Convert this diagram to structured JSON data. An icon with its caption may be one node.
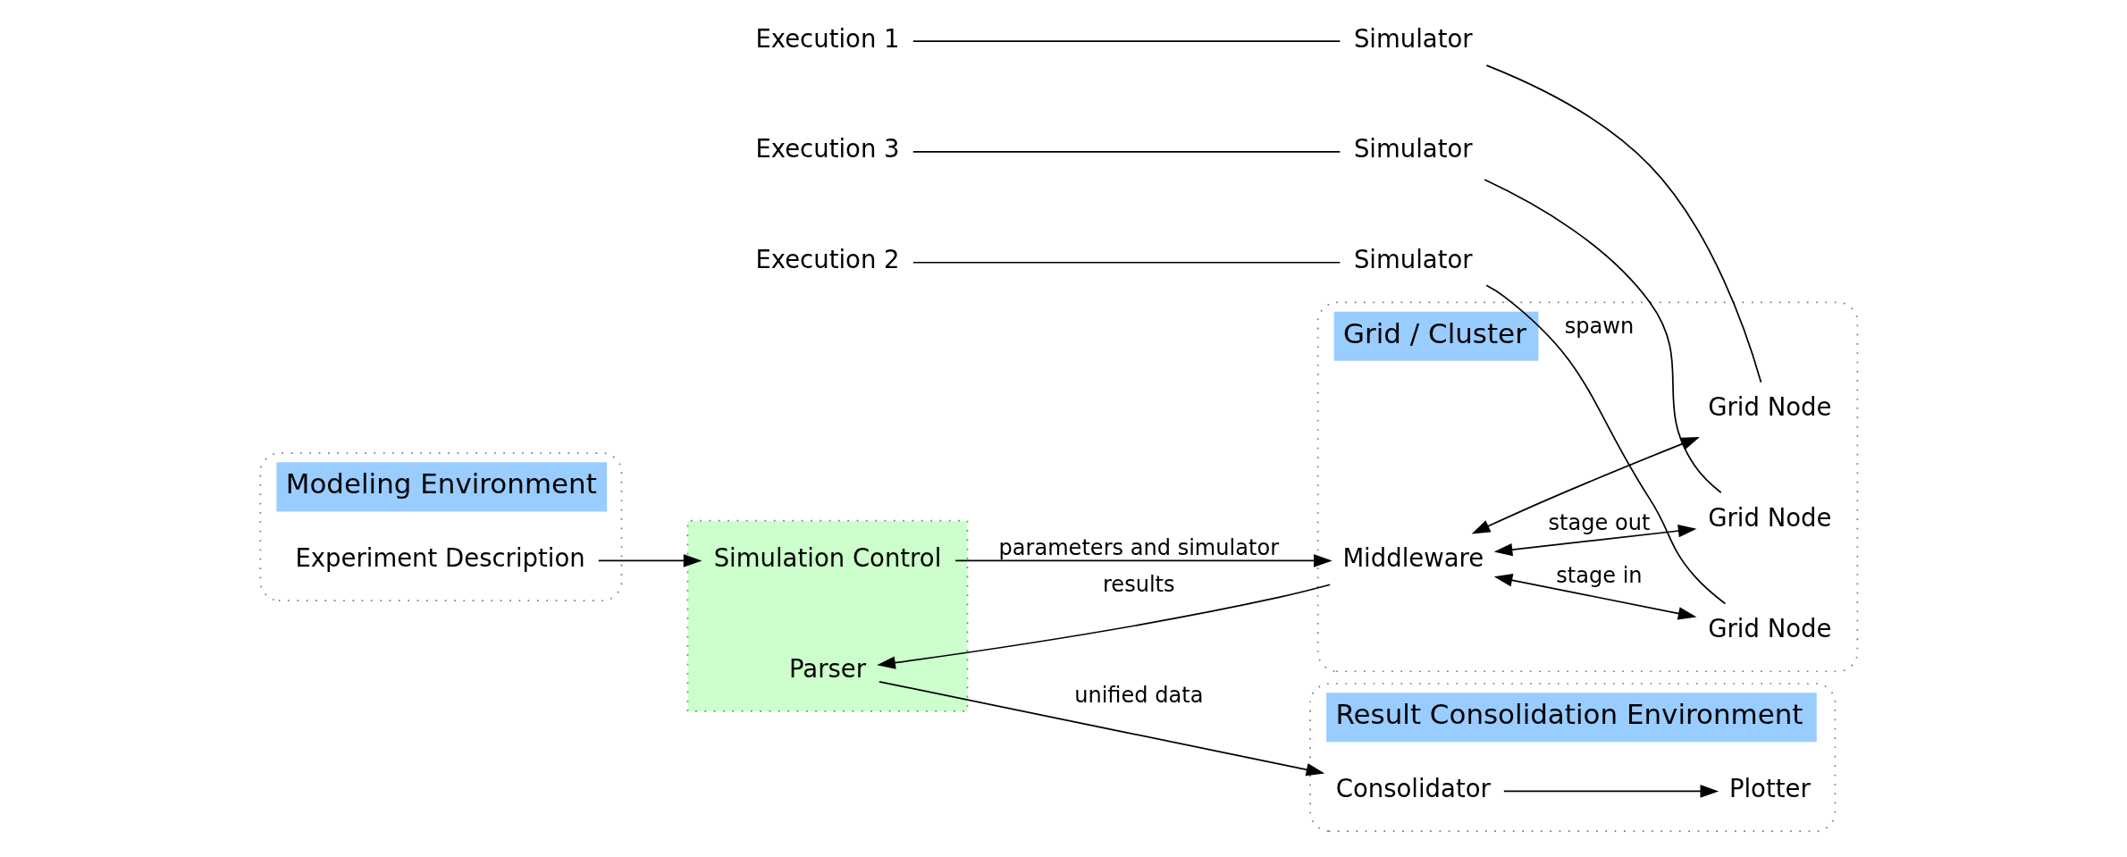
{
  "diagram": {
    "nodes": [
      {
        "text": [
          "Modeling Environment"
        ]
      },
      {
        "text": [
          "Experiment Description"
        ],
        "in": 0
      },
      {
        "text": [],
        "shape": "box"
      },
      {
        "text": [
          "Simulation Control"
        ],
        "in": 2
      },
      {
        "text": [
          "Parser"
        ],
        "in": 2
      },
      {
        "text": [
          "Result Consolidation Environment"
        ]
      },
      {
        "text": [
          "Plotter"
        ],
        "in": 5
      },
      {
        "text": [
          "Consolidator"
        ],
        "in": 5
      },
      {
        "text": [
          "Execution 1"
        ]
      },
      {
        "text": [
          "Execution 2"
        ]
      },
      {
        "text": [
          "Execution 3"
        ]
      },
      {
        "text": [
          "Simulator"
        ]
      },
      {
        "text": [
          "Simulator"
        ]
      },
      {
        "text": [
          "Simulator"
        ]
      },
      {
        "text": [
          "Grid / Cluster"
        ]
      },
      {
        "text": [
          "Middleware"
        ],
        "in": 14
      },
      {
        "text": [
          "Grid Node"
        ],
        "in": 14
      },
      {
        "text": [
          "Grid Node"
        ],
        "in": 14
      },
      {
        "text": [
          "Grid Node"
        ],
        "in": 14
      }
    ],
    "edges": [
      {
        "from": 1,
        "to": 3,
        "arrow": "to"
      },
      {
        "from": 3,
        "to": 15,
        "arrow": "to",
        "label": "parameters and simulator"
      },
      {
        "from": 15,
        "to": 4,
        "arrow": "to",
        "label": "results"
      },
      {
        "from": 4,
        "to": 7,
        "arrow": "to",
        "label": "unified data"
      },
      {
        "from": 7,
        "to": 6,
        "arrow": "to"
      },
      {
        "from": 8,
        "to": 11,
        "arrow": "none"
      },
      {
        "from": 9,
        "to": 12,
        "arrow": "none"
      },
      {
        "from": 10,
        "to": 13,
        "arrow": "none"
      },
      {
        "from": 11,
        "to": 16,
        "arrow": "none"
      },
      {
        "from": 12,
        "to": 17,
        "arrow": "none",
        "label": "spawn"
      },
      {
        "from": 13,
        "to": 18,
        "arrow": "none"
      },
      {
        "from": 15,
        "to": 16,
        "arrow": "both"
      },
      {
        "from": 15,
        "to": 17,
        "arrow": "both",
        "label": "stage in"
      },
      {
        "from": 15,
        "to": 18,
        "arrow": "both",
        "label": "stage out"
      }
    ]
  }
}
